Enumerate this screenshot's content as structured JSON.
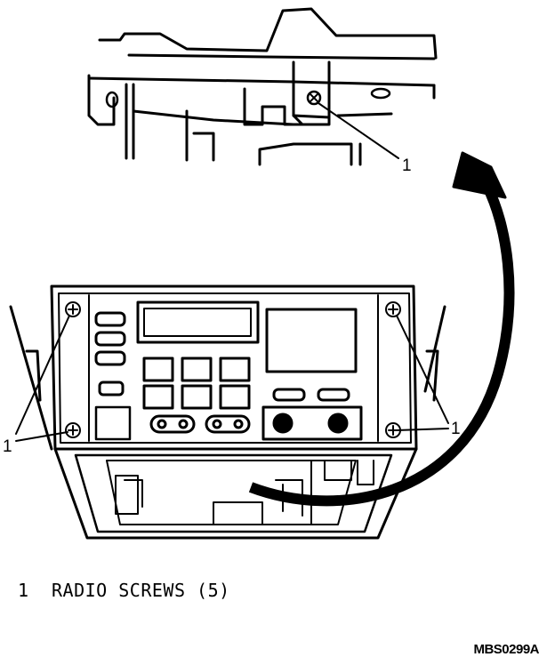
{
  "callouts": {
    "top": "1",
    "left": "1",
    "right": "1"
  },
  "legend": {
    "number": "1",
    "text": "RADIO SCREWS (5)"
  },
  "figure_code": "MBS0299A",
  "colors": {
    "ink": "#000000",
    "paper": "#ffffff"
  }
}
